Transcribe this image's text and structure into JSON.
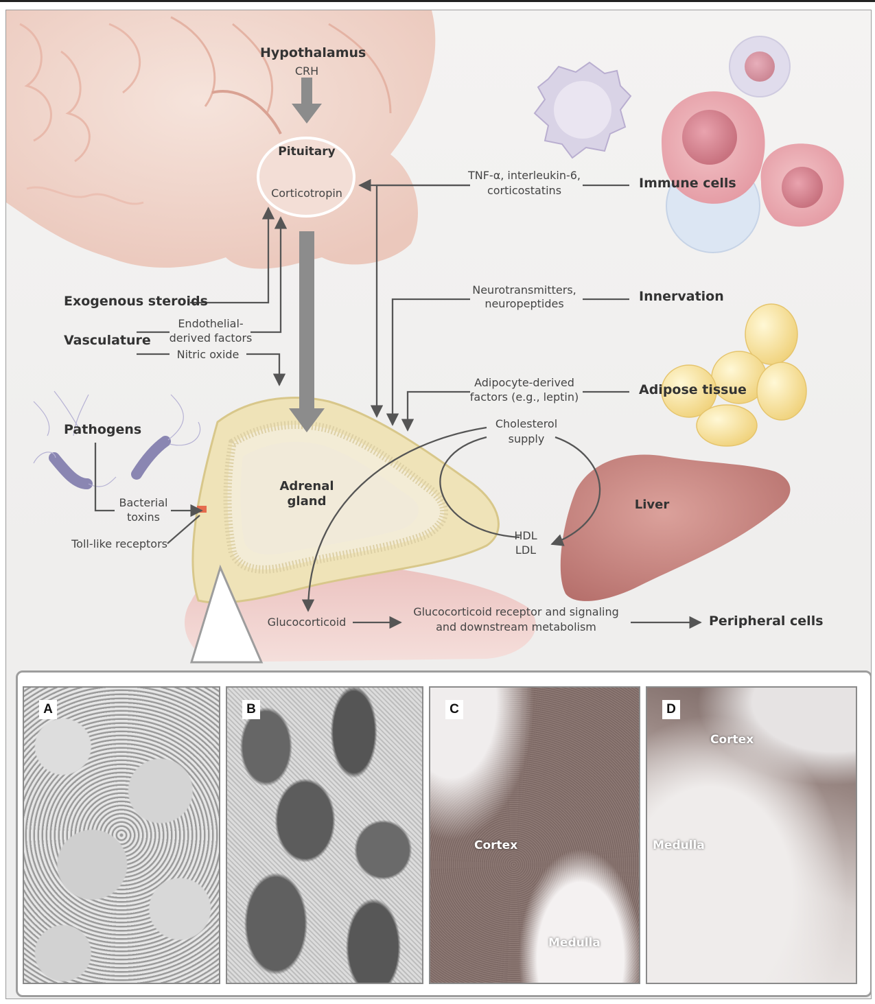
{
  "diagram": {
    "hypothalamus": "Hypothalamus",
    "crh": "CRH",
    "pituitary": "Pituitary",
    "corticotropin": "Corticotropin",
    "immune_cells": "Immune cells",
    "immune_signals_line1": "TNF-α, interleukin-6,",
    "immune_signals_line2": "corticostatins",
    "innervation": "Innervation",
    "neuro_line1": "Neurotransmitters,",
    "neuro_line2": "neuropeptides",
    "adipose_tissue": "Adipose tissue",
    "adipo_line1": "Adipocyte-derived",
    "adipo_line2": "factors (e.g., leptin)",
    "exogenous_steroids": "Exogenous steroids",
    "vasculature": "Vasculature",
    "endothelial_line1": "Endothelial-",
    "endothelial_line2": "derived factors",
    "nitric_oxide": "Nitric oxide",
    "pathogens": "Pathogens",
    "bacterial_line1": "Bacterial",
    "bacterial_line2": "toxins",
    "toll_like": "Toll-like receptors",
    "adrenal_line1": "Adrenal",
    "adrenal_line2": "gland",
    "cholesterol_line1": "Cholesterol",
    "cholesterol_line2": "supply",
    "hdl": "HDL",
    "ldl": "LDL",
    "liver": "Liver",
    "glucocorticoid": "Glucocorticoid",
    "receptor_line1": "Glucocorticoid receptor and signaling",
    "receptor_line2": "and downstream metabolism",
    "peripheral_cells": "Peripheral cells"
  },
  "panels": [
    {
      "letter": "A"
    },
    {
      "letter": "B"
    },
    {
      "letter": "C",
      "cortex": "Cortex",
      "medulla": "Medulla"
    },
    {
      "letter": "D",
      "cortex": "Cortex",
      "medulla": "Medulla"
    }
  ],
  "colors": {
    "arrow": "#555555",
    "hpa_arrow": "#8c8c8c",
    "brain": "#f3d9cf",
    "adrenal_cortex": "#efe3b8",
    "liver": "#c98b86",
    "immune_pink": "#eab0b6",
    "adipose": "#f6e7a6"
  }
}
